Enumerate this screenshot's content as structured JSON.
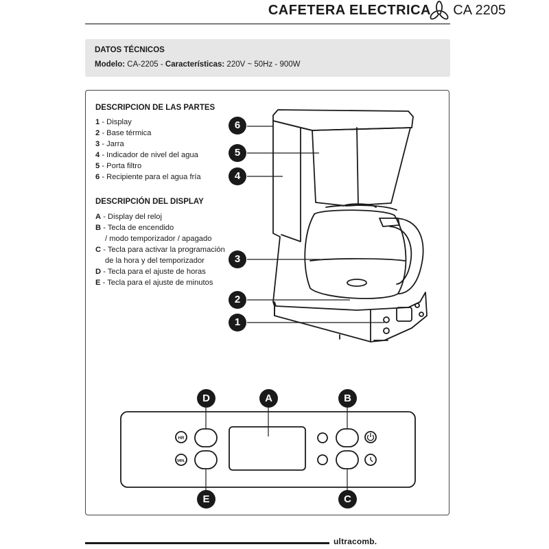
{
  "header": {
    "title": "CAFETERA ELECTRICA",
    "model": "CA 2205",
    "logo_icon": "ultracomb-trefoil-icon"
  },
  "tech": {
    "title": "DATOS TÉCNICOS",
    "model_label": "Modelo:",
    "model_value": "CA-2205 -",
    "features_label": "Características:",
    "features_value": "220V ~ 50Hz  -  900W"
  },
  "parts": {
    "title": "DESCRIPCION DE LAS PARTES",
    "items": [
      {
        "key": "1",
        "text": "- Display"
      },
      {
        "key": "2",
        "text": "- Base térmica"
      },
      {
        "key": "3",
        "text": "- Jarra"
      },
      {
        "key": "4",
        "text": "- Indicador de nivel del agua"
      },
      {
        "key": "5",
        "text": "- Porta filtro"
      },
      {
        "key": "6",
        "text": "- Recipiente para el agua fría"
      }
    ]
  },
  "display": {
    "title": "DESCRIPCIÓN DEL DISPLAY",
    "items": [
      {
        "key": "A",
        "text": "- Display del reloj",
        "cont": ""
      },
      {
        "key": "B",
        "text": "- Tecla de encendido",
        "cont": "/ modo temporizador / apagado"
      },
      {
        "key": "C",
        "text": "- Tecla para activar la programación",
        "cont": "de la hora y del temporizador"
      },
      {
        "key": "D",
        "text": "- Tecla para el ajuste de horas",
        "cont": ""
      },
      {
        "key": "E",
        "text": "- Tecla para el ajuste de minutos",
        "cont": ""
      }
    ]
  },
  "diagram_badges": [
    "6",
    "5",
    "4",
    "3",
    "2",
    "1"
  ],
  "panel_badges": {
    "top": [
      "D",
      "A",
      "B"
    ],
    "bottom": [
      "E",
      "C"
    ]
  },
  "panel_labels": {
    "hr": "HR",
    "min": "MIN."
  },
  "footer": {
    "brand": "ultracomb."
  }
}
